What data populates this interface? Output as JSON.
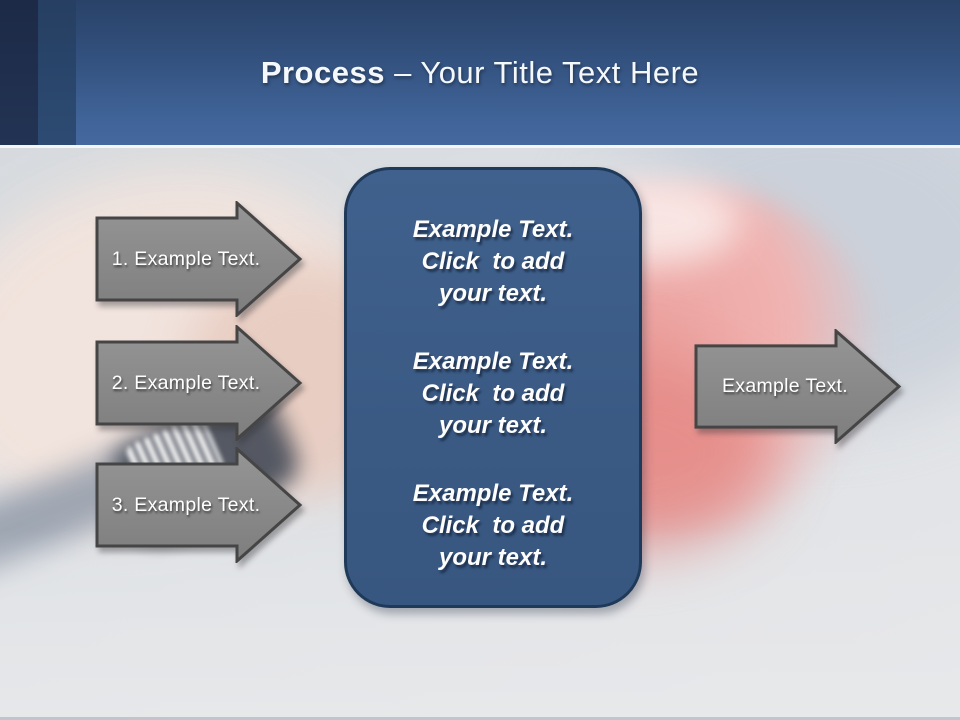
{
  "slide": {
    "header": {
      "title_bold": "Process",
      "title_rest": " – Your Title Text Here"
    },
    "steps": [
      {
        "label": "1. Example Text."
      },
      {
        "label": "2. Example Text."
      },
      {
        "label": "3. Example Text."
      }
    ],
    "panel": {
      "groups": [
        {
          "lines": [
            "Example Text.",
            "Click  to add",
            "your text."
          ]
        },
        {
          "lines": [
            "Example Text.",
            "Click  to add",
            "your text."
          ]
        },
        {
          "lines": [
            "Example Text.",
            "Click  to add",
            "your text."
          ]
        }
      ]
    },
    "output": {
      "label": "Example Text."
    },
    "colors": {
      "header_blue": "#3b5f92",
      "band_dark": "#1f2e4d",
      "band_mid": "#2b4a72",
      "panel_fill": "#3a5a84",
      "panel_border": "#1f3a59",
      "arrow_fill": "#8a8a8a",
      "arrow_border": "#454545",
      "mic_red": "#e2817d",
      "text_white": "#ffffff"
    }
  }
}
